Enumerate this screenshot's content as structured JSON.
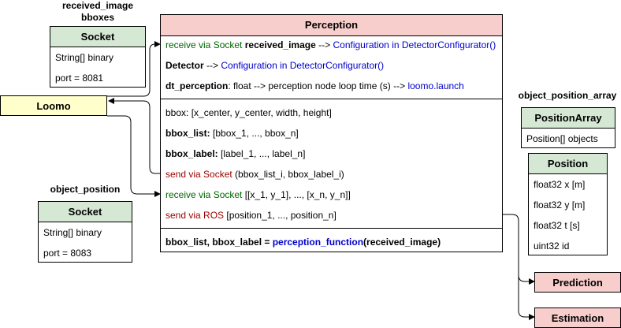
{
  "captions": {
    "received_image_line1": "received_image",
    "received_image_line2": "bboxes",
    "object_position": "object_position",
    "object_position_array": "object_position_array"
  },
  "socket_top": {
    "title": "Socket",
    "field1": "String[] binary",
    "field2": "port = 8081"
  },
  "socket_bottom": {
    "title": "Socket",
    "field1": "String[] binary",
    "field2": "port = 8083"
  },
  "loomo": {
    "label": "Loomo"
  },
  "position_array": {
    "title": "PositionArray",
    "field1": "Position[] objects"
  },
  "position": {
    "title": "Position",
    "fields": [
      "float32 x [m]",
      "float32 y [m]",
      "float32 t [s]",
      "uint32 id"
    ]
  },
  "prediction": {
    "label": "Prediction"
  },
  "estimation": {
    "label": "Estimation"
  },
  "perception": {
    "title": "Perception",
    "s1": {
      "r1": {
        "a": "receive via Socket",
        "b": " received_image",
        "c": " -->",
        "d": " Configuration in DetectorConfigurator()"
      },
      "r2": {
        "a": "Detector",
        "b": " -->",
        "c": " Configuration in DetectorConfigurator()"
      },
      "r3": {
        "a": "dt_perception",
        "b": ": float --> perception node loop time (s) -->",
        "c": " loomo.launch"
      }
    },
    "s2": {
      "r1": {
        "a": "bbox: [x_center, y_center, width, height]"
      },
      "r2": {
        "a": "bbox_list:",
        "b": " [bbox_1, ..., bbox_n]"
      },
      "r3": {
        "a": "bbox_label:",
        "b": " [label_1, ..., label_n]"
      },
      "r4": {
        "a": "send via Socket",
        "b": " (bbox_list_i, bbox_label_i)"
      },
      "r5": {
        "a": "receive via Socket",
        "b": " [[x_1, y_1], ..., [x_n, y_n]]"
      },
      "r6": {
        "a": "send via ROS",
        "b": " [position_1, ..., position_n]"
      }
    },
    "s3": {
      "r1": {
        "a": "bbox_list, bbox_label =",
        "b": " perception_function",
        "c": "(received_image)"
      }
    }
  },
  "colors": {
    "green_header": "#d5e8d4",
    "perception_header": "#f8cecc",
    "loomo": "#ffffcc",
    "output": "#f8cecc",
    "receive": "#006600",
    "send": "#990000",
    "config": "#0000cc"
  }
}
